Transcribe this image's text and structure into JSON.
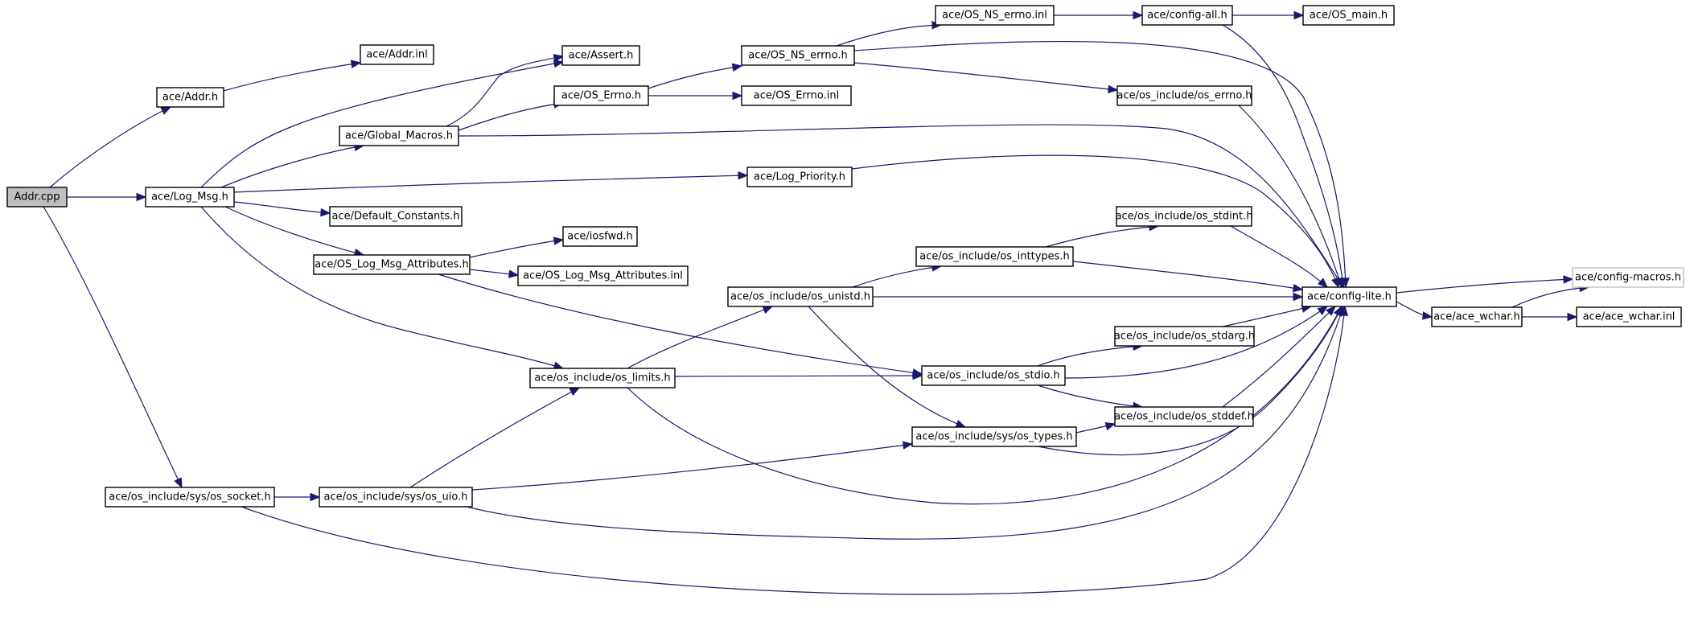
{
  "graph": {
    "nodes": [
      {
        "id": "addr_cpp",
        "label": "Addr.cpp",
        "kind": "root"
      },
      {
        "id": "addr_h",
        "label": "ace/Addr.h"
      },
      {
        "id": "addr_inl",
        "label": "ace/Addr.inl"
      },
      {
        "id": "assert_h",
        "label": "ace/Assert.h"
      },
      {
        "id": "global_macros_h",
        "label": "ace/Global_Macros.h"
      },
      {
        "id": "os_errno_h",
        "label": "ace/OS_Errno.h"
      },
      {
        "id": "os_errno_inl",
        "label": "ace/OS_Errno.inl"
      },
      {
        "id": "os_ns_errno_h",
        "label": "ace/OS_NS_errno.h"
      },
      {
        "id": "os_ns_errno_inl",
        "label": "ace/OS_NS_errno.inl"
      },
      {
        "id": "config_all_h",
        "label": "ace/config-all.h"
      },
      {
        "id": "os_main_h",
        "label": "ace/OS_main.h"
      },
      {
        "id": "os_include_errno_h",
        "label": "ace/os_include/os_errno.h"
      },
      {
        "id": "log_msg_h",
        "label": "ace/Log_Msg.h"
      },
      {
        "id": "log_priority_h",
        "label": "ace/Log_Priority.h"
      },
      {
        "id": "default_constants_h",
        "label": "ace/Default_Constants.h"
      },
      {
        "id": "iosfwd_h",
        "label": "ace/iosfwd.h"
      },
      {
        "id": "os_log_msg_attr_h",
        "label": "ace/OS_Log_Msg_Attributes.h"
      },
      {
        "id": "os_log_msg_attr_inl",
        "label": "ace/OS_Log_Msg_Attributes.inl"
      },
      {
        "id": "os_stdint_h",
        "label": "ace/os_include/os_stdint.h"
      },
      {
        "id": "os_inttypes_h",
        "label": "ace/os_include/os_inttypes.h"
      },
      {
        "id": "os_unistd_h",
        "label": "ace/os_include/os_unistd.h"
      },
      {
        "id": "config_lite_h",
        "label": "ace/config-lite.h"
      },
      {
        "id": "config_macros_h",
        "label": "ace/config-macros.h",
        "kind": "external"
      },
      {
        "id": "ace_wchar_h",
        "label": "ace/ace_wchar.h"
      },
      {
        "id": "ace_wchar_inl",
        "label": "ace/ace_wchar.inl"
      },
      {
        "id": "os_stdarg_h",
        "label": "ace/os_include/os_stdarg.h"
      },
      {
        "id": "os_limits_h",
        "label": "ace/os_include/os_limits.h"
      },
      {
        "id": "os_stdio_h",
        "label": "ace/os_include/os_stdio.h"
      },
      {
        "id": "os_stddef_h",
        "label": "ace/os_include/os_stddef.h"
      },
      {
        "id": "os_sys_types_h",
        "label": "ace/os_include/sys/os_types.h"
      },
      {
        "id": "os_sys_socket_h",
        "label": "ace/os_include/sys/os_socket.h"
      },
      {
        "id": "os_sys_uio_h",
        "label": "ace/os_include/sys/os_uio.h"
      }
    ],
    "edges": [
      {
        "from": "addr_cpp",
        "to": "addr_h"
      },
      {
        "from": "addr_cpp",
        "to": "log_msg_h"
      },
      {
        "from": "addr_cpp",
        "to": "os_sys_socket_h"
      },
      {
        "from": "addr_h",
        "to": "addr_inl"
      },
      {
        "from": "log_msg_h",
        "to": "assert_h"
      },
      {
        "from": "log_msg_h",
        "to": "global_macros_h"
      },
      {
        "from": "log_msg_h",
        "to": "log_priority_h"
      },
      {
        "from": "log_msg_h",
        "to": "default_constants_h"
      },
      {
        "from": "log_msg_h",
        "to": "os_log_msg_attr_h"
      },
      {
        "from": "log_msg_h",
        "to": "os_limits_h"
      },
      {
        "from": "global_macros_h",
        "to": "assert_h"
      },
      {
        "from": "global_macros_h",
        "to": "os_errno_h"
      },
      {
        "from": "global_macros_h",
        "to": "config_lite_h"
      },
      {
        "from": "os_errno_h",
        "to": "os_ns_errno_h"
      },
      {
        "from": "os_errno_h",
        "to": "os_errno_inl"
      },
      {
        "from": "os_ns_errno_h",
        "to": "os_ns_errno_inl"
      },
      {
        "from": "os_ns_errno_h",
        "to": "config_lite_h"
      },
      {
        "from": "os_ns_errno_h",
        "to": "os_include_errno_h"
      },
      {
        "from": "os_ns_errno_inl",
        "to": "config_all_h"
      },
      {
        "from": "config_all_h",
        "to": "os_main_h"
      },
      {
        "from": "config_all_h",
        "to": "config_lite_h"
      },
      {
        "from": "os_include_errno_h",
        "to": "config_lite_h"
      },
      {
        "from": "log_priority_h",
        "to": "config_lite_h"
      },
      {
        "from": "os_log_msg_attr_h",
        "to": "iosfwd_h"
      },
      {
        "from": "os_log_msg_attr_h",
        "to": "os_log_msg_attr_inl"
      },
      {
        "from": "os_log_msg_attr_h",
        "to": "os_stdio_h"
      },
      {
        "from": "os_limits_h",
        "to": "os_unistd_h"
      },
      {
        "from": "os_limits_h",
        "to": "os_stdio_h"
      },
      {
        "from": "os_limits_h",
        "to": "config_lite_h"
      },
      {
        "from": "os_unistd_h",
        "to": "os_inttypes_h"
      },
      {
        "from": "os_unistd_h",
        "to": "config_lite_h"
      },
      {
        "from": "os_unistd_h",
        "to": "os_sys_types_h"
      },
      {
        "from": "os_inttypes_h",
        "to": "os_stdint_h"
      },
      {
        "from": "os_inttypes_h",
        "to": "config_lite_h"
      },
      {
        "from": "os_stdint_h",
        "to": "config_lite_h"
      },
      {
        "from": "os_stdio_h",
        "to": "os_stdarg_h"
      },
      {
        "from": "os_stdio_h",
        "to": "config_lite_h"
      },
      {
        "from": "os_stdio_h",
        "to": "os_stddef_h"
      },
      {
        "from": "os_stdarg_h",
        "to": "config_lite_h"
      },
      {
        "from": "os_stddef_h",
        "to": "config_lite_h"
      },
      {
        "from": "os_sys_types_h",
        "to": "os_stddef_h"
      },
      {
        "from": "os_sys_types_h",
        "to": "config_lite_h"
      },
      {
        "from": "os_sys_socket_h",
        "to": "os_sys_uio_h"
      },
      {
        "from": "os_sys_socket_h",
        "to": "config_lite_h"
      },
      {
        "from": "os_sys_uio_h",
        "to": "os_limits_h"
      },
      {
        "from": "os_sys_uio_h",
        "to": "os_sys_types_h"
      },
      {
        "from": "os_sys_uio_h",
        "to": "config_lite_h"
      },
      {
        "from": "config_lite_h",
        "to": "config_macros_h"
      },
      {
        "from": "config_lite_h",
        "to": "ace_wchar_h"
      },
      {
        "from": "ace_wchar_h",
        "to": "config_macros_h"
      },
      {
        "from": "ace_wchar_h",
        "to": "ace_wchar_inl"
      }
    ],
    "colors": {
      "edge": "#191970",
      "node_border": "#000000",
      "root_fill": "#bfbfbf",
      "external_border": "#bfbfbf",
      "background": "#ffffff"
    }
  }
}
